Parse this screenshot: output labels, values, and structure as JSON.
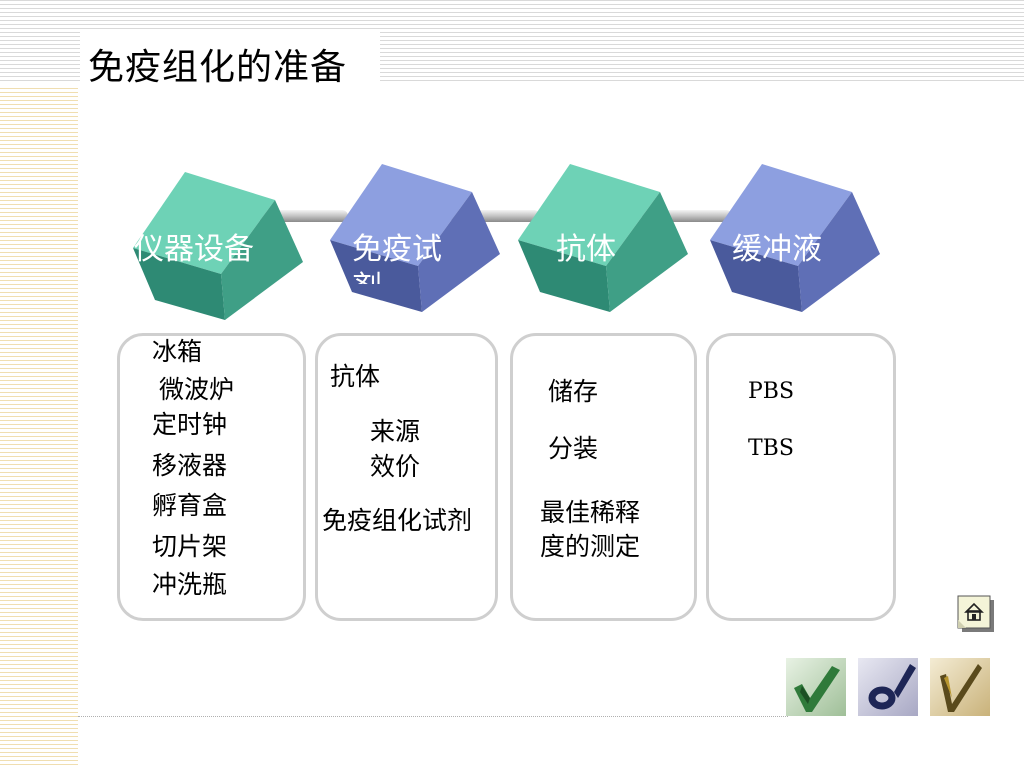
{
  "slide": {
    "title": "免疫组化的准备"
  },
  "cubes": [
    {
      "label": "仪器设备"
    },
    {
      "label": "免疫试",
      "label_cont": "剂"
    },
    {
      "label": "抗体"
    },
    {
      "label": "缓冲液"
    }
  ],
  "boxes": [
    {
      "items": [
        "冰箱",
        "微波炉",
        "定时钟",
        "移液器",
        "孵育盒",
        "切片架",
        "冲洗瓶"
      ]
    },
    {
      "items": [
        "抗体",
        "来源",
        "效价",
        "免疫组化试剂"
      ]
    },
    {
      "items": [
        "储存",
        "分装",
        "最佳稀释",
        "度的测定"
      ]
    },
    {
      "items": [
        "PBS",
        "TBS"
      ]
    }
  ],
  "colors": {
    "green_cube": "#4fb59c",
    "blue_cube": "#6f82c4",
    "box_border": "#cfcfcf"
  },
  "icons": [
    "home-icon",
    "green-checkmark-icon",
    "purple-ring-icon",
    "gold-checkmark-icon"
  ]
}
